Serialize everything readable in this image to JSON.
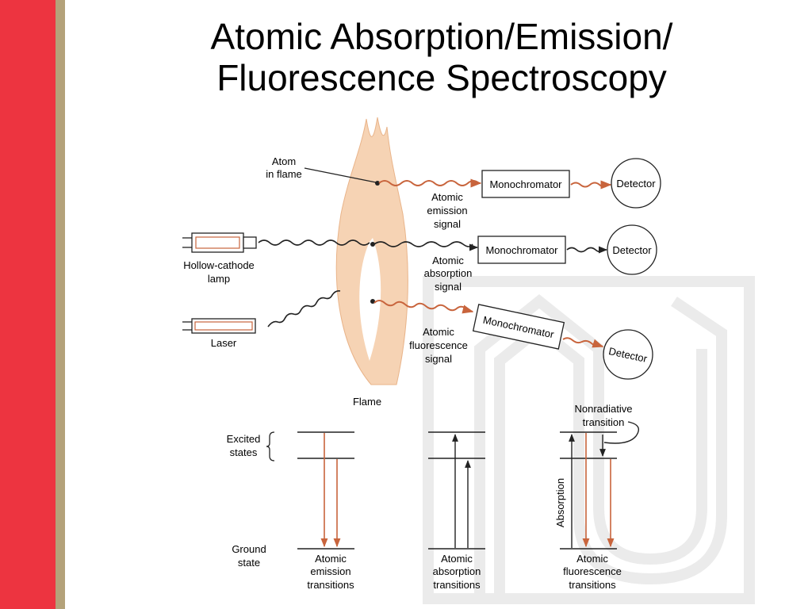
{
  "slide": {
    "title_line1": "Atomic Absorption/Emission/",
    "title_line2": "Fluorescence Spectroscopy"
  },
  "diagram": {
    "atom_label_1": "Atom",
    "atom_label_2": "in flame",
    "flame_label": "Flame",
    "hollow_cathode_label_1": "Hollow-cathode",
    "hollow_cathode_label_2": "lamp",
    "laser_label": "Laser",
    "emission_signal": [
      "Atomic",
      "emission",
      "signal"
    ],
    "absorption_signal": [
      "Atomic",
      "absorption",
      "signal"
    ],
    "fluorescence_signal": [
      "Atomic",
      "fluorescence",
      "signal"
    ],
    "monochromator_label": "Monochromator",
    "detector_label": "Detector"
  },
  "levels": {
    "excited_1": "Excited",
    "excited_2": "states",
    "ground_1": "Ground",
    "ground_2": "state",
    "nonradiative_1": "Nonradiative",
    "nonradiative_2": "transition",
    "absorption_axis": "Absorption",
    "emission_caption": [
      "Atomic",
      "emission",
      "transitions"
    ],
    "absorption_caption": [
      "Atomic",
      "absorption",
      "transitions"
    ],
    "fluorescence_caption": [
      "Atomic",
      "fluorescence",
      "transitions"
    ]
  },
  "colors": {
    "accent_red": "#ed3440",
    "accent_tan": "#b4a27a",
    "beam_orange": "#c8643c",
    "flame": "#f6d3b4"
  }
}
